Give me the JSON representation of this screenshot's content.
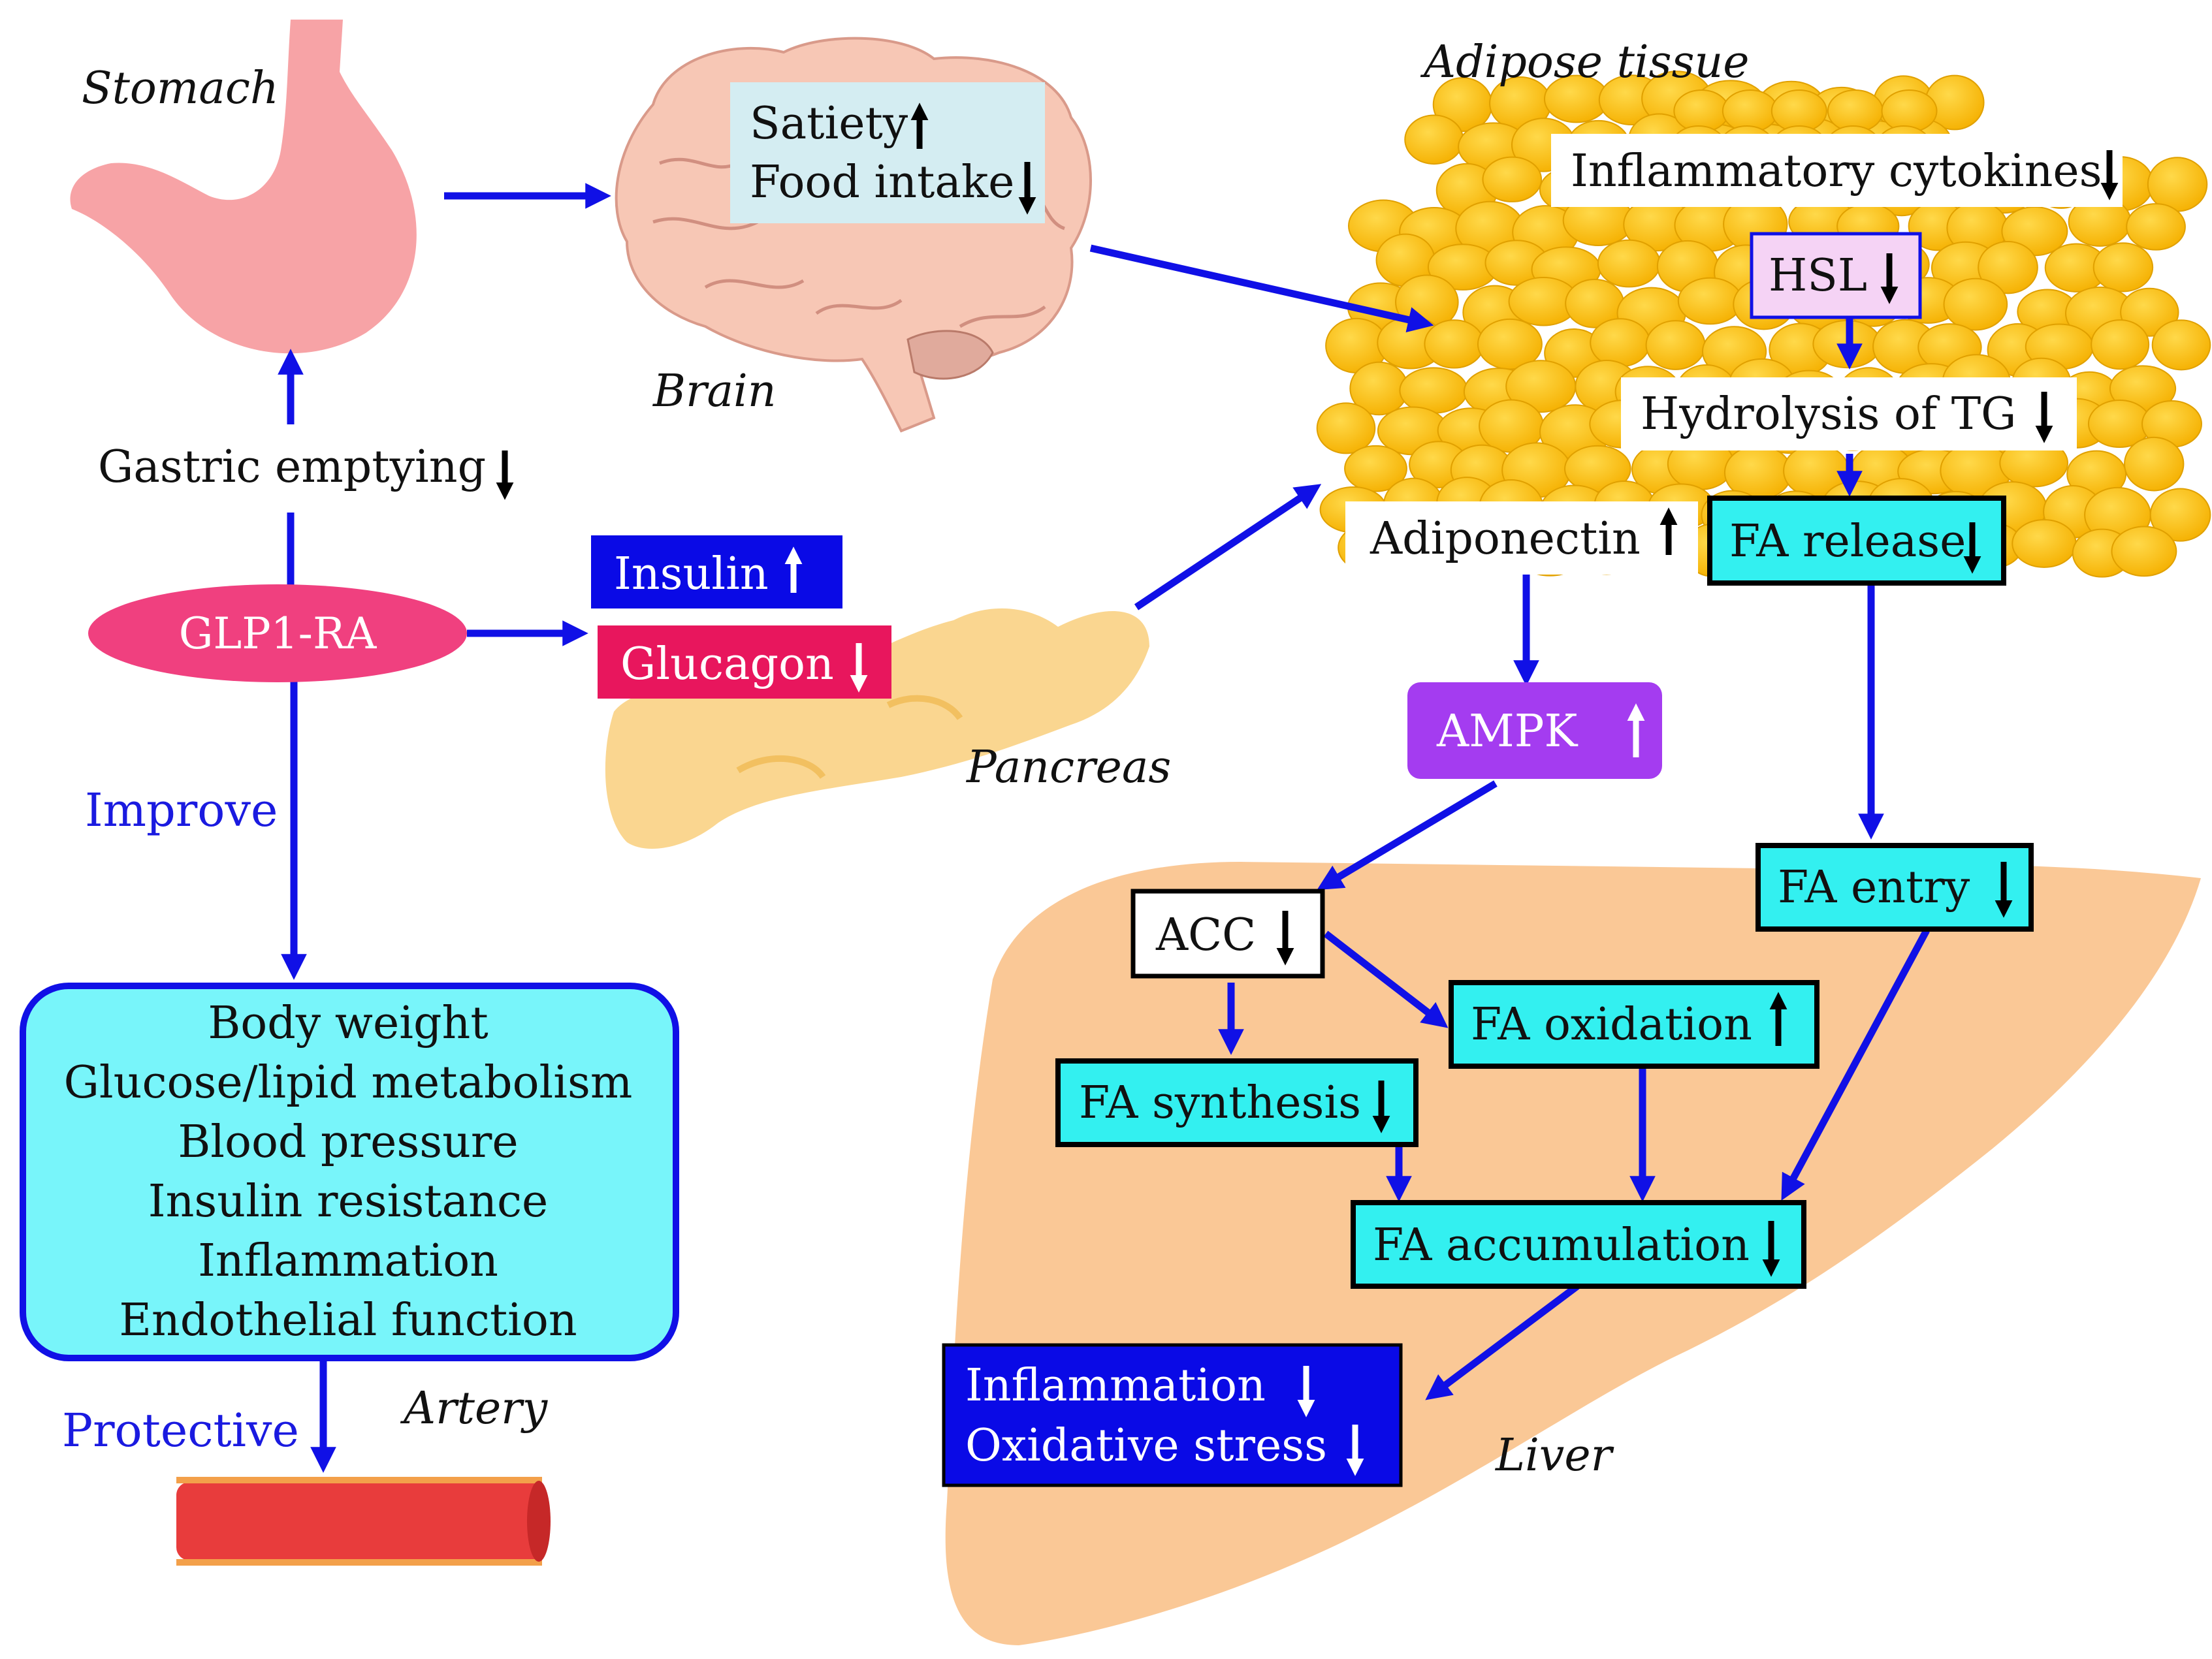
{
  "labels": {
    "stomach": "Stomach",
    "brain": "Brain",
    "adipose_tissue": "Adipose tissue",
    "pancreas": "Pancreas",
    "artery": "Artery",
    "liver": "Liver"
  },
  "brain_box": {
    "satiety": "Satiety",
    "food_intake": "Food intake"
  },
  "gastric_emptying": "Gastric emptying",
  "glp1ra": "GLP1-RA",
  "insulin": "Insulin",
  "glucagon": "Glucagon",
  "improve": "Improve",
  "protective": "Protective",
  "improve_box": [
    "Body weight",
    "Glucose/lipid metabolism",
    "Blood pressure",
    "Insulin resistance",
    "Inflammation",
    "Endothelial function"
  ],
  "adipose": {
    "inflammatory_cytokines": "Inflammatory cytokines",
    "hsl": "HSL",
    "hydrolysis": "Hydrolysis of TG",
    "adiponectin": "Adiponectin",
    "fa_release": "FA release"
  },
  "liver": {
    "ampk": "AMPK",
    "acc": "ACC",
    "fa_entry": "FA entry",
    "fa_oxidation": "FA oxidation",
    "fa_synthesis": "FA synthesis",
    "fa_accumulation": "FA accumulation",
    "inflammation": "Inflammation",
    "oxidative_stress": "Oxidative stress"
  },
  "colors": {
    "arrow": "#1010e6",
    "cyan_box": "#33f0f0",
    "light_cyan": "#78f5fa",
    "light_blue": "#d4edf2",
    "blue_box": "#0a0ae6",
    "pink_oval": "#f0407f",
    "glucagon": "#e8165d",
    "ampk": "#a43cf0",
    "hsl": "#f5d3f5",
    "fat": "#fcc010",
    "liver": "#fac896",
    "pancreas": "#fad690",
    "stomach": "#f7a3a6",
    "brain": "#f7c7b5",
    "artery": "#e83c3c"
  }
}
